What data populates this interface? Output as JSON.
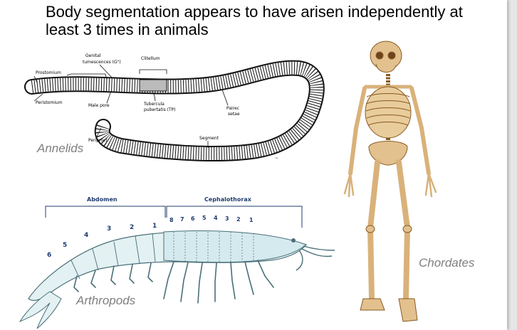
{
  "slide": {
    "title": "Body segmentation appears to have arisen independently at least 3 times in animals"
  },
  "annelid": {
    "caption": "Annelids",
    "labels": {
      "genital_1": "Genital",
      "genital_2": "tumescences (G\")",
      "clitellum": "Clitellum",
      "prostomium": "Prostomium",
      "peristomium": "Peristomium",
      "male_pore": "Male pore",
      "tubercula_1": "Tubercula",
      "tubercula_2": "pubertatis (TP)",
      "pairec_1": "Pairec",
      "pairec_2": "setae",
      "segment": "Segment",
      "periproct": "Periproct"
    }
  },
  "arthropod": {
    "caption": "Arthropods",
    "abdomen": "Abdomen",
    "cephalothorax": "Cephalothorax",
    "abdomen_numbers": [
      "1",
      "2",
      "3",
      "4",
      "5",
      "6"
    ],
    "cephalo_numbers": [
      "8",
      "7",
      "6",
      "5",
      "4",
      "3",
      "2",
      "1"
    ]
  },
  "chordate": {
    "caption": "Chordates"
  },
  "colors": {
    "title": "#000000",
    "caption": "#7f7f7f",
    "shrimp_fill": "#e3f1f3",
    "shrimp_stroke": "#4a6f78",
    "label_blue": "#1f3c6e",
    "bone": "#d9b27a",
    "bone_dark": "#8a5a24"
  }
}
